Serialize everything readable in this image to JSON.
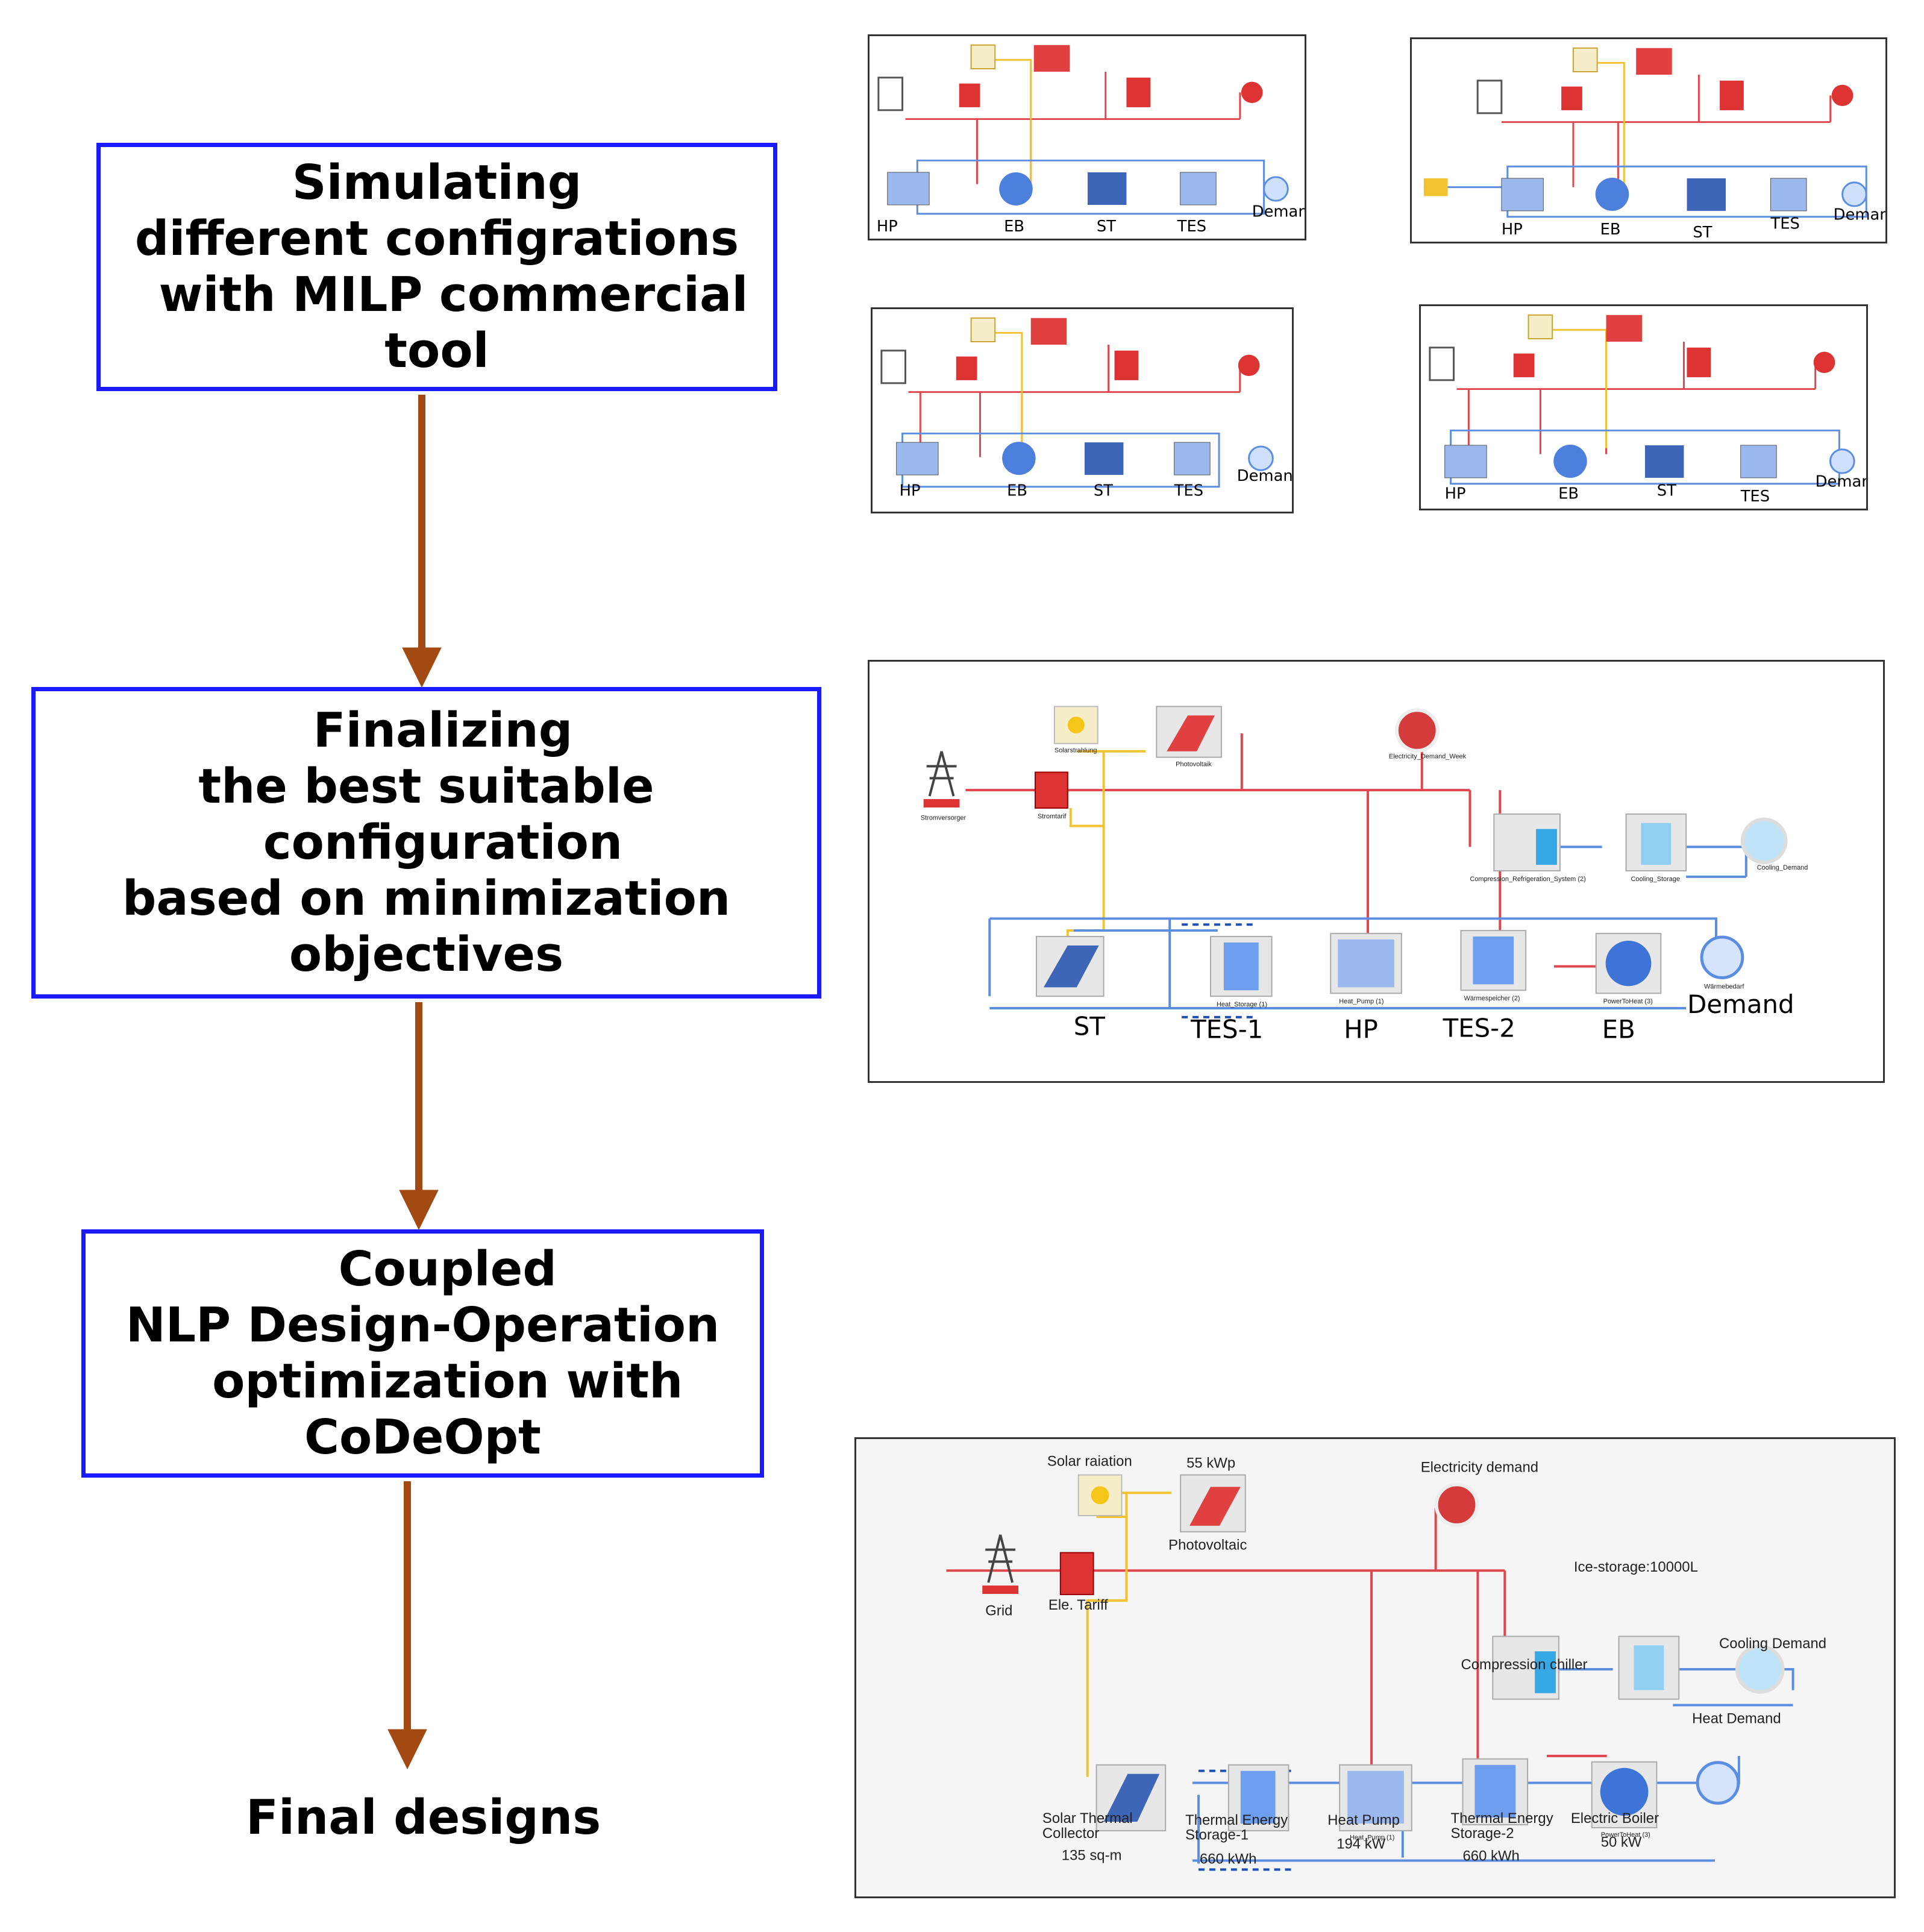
{
  "steps": [
    {
      "text": "Simulating\ndifferent configrations\n  with MILP commercial\ntool"
    },
    {
      "text": "  Finalizing\nthe best suitable\n  configuration\nbased on minimization\nobjectives"
    },
    {
      "text": "   Coupled\nNLP Design-Operation\n   optimization with\nCoDeOpt"
    }
  ],
  "final_label": "Final designs",
  "milp_panels": [
    {
      "hp": "HP",
      "eb": "EB",
      "st": "ST",
      "tes": "TES",
      "demand": "Demand"
    },
    {
      "hp": "HP",
      "eb": "EB",
      "st": "ST",
      "tes": "TES",
      "demand": "Demand"
    },
    {
      "hp": "HP",
      "eb": "EB",
      "st": "ST",
      "tes": "TES",
      "demand": "Demand"
    },
    {
      "hp": "HP",
      "eb": "EB",
      "st": "ST",
      "tes": "TES",
      "demand": "Demand"
    }
  ],
  "best_config": {
    "labels": {
      "st": "ST",
      "tes1": "TES-1",
      "hp": "HP",
      "tes2": "TES-2",
      "eb": "EB",
      "demand": "Demand"
    },
    "small": {
      "solar": "Solarstrahlung",
      "pv": "Photovoltaik",
      "grid": "Stromversorger",
      "tariff": "Stromtarif",
      "elec_demand": "Electricity_Demand_Week",
      "chiller": "Compression_Refrigeration_System (2)",
      "cool_storage": "Cooling_Storage",
      "cool_demand": "Cooling_Demand",
      "heat_storage": "Heat_Storage (1)",
      "heat_pump": "Heat_Pump (1)",
      "wspeicher": "Wärmespeicher (2)",
      "p2h": "PowerToHeat (3)",
      "waermebedarf": "Wärmebedarf"
    }
  },
  "final_design": {
    "solar": "Solar raiation",
    "pv_cap": "55 kWp",
    "pv": "Photovoltaic",
    "elec_demand": "Electricity demand",
    "grid": "Grid",
    "tariff": "Ele. Tariff",
    "ice": "Ice-storage:10000L",
    "cool_demand": "Cooling Demand",
    "chiller": "Compression chiller",
    "heat_demand": "Heat Demand",
    "stc_l1": "Solar Thermal",
    "stc_l2": "Collector",
    "stc_val": "135 sq-m",
    "tes1_l1": "Thermal Energy",
    "tes1_l2": "Storage-1",
    "tes1_val": "660 kWh",
    "hp_l1": "Heat Pump",
    "hp_val": "194 kW",
    "tes2_l1": "Thermal Energy",
    "tes2_l2": "Storage-2",
    "tes2_val": "660 kWh",
    "eb_l1": "Electric Boiler",
    "eb_val": "50 kW",
    "small_heat_pump": "Heat_Pump (1)",
    "small_p2h": "PowerToHeat (3)"
  },
  "colors": {
    "box_border": "#1a1aff",
    "arrow": "#a34a12",
    "elec_line": "#e0474c",
    "heat_line": "#5b8ee0",
    "solar_line": "#f2c230"
  }
}
